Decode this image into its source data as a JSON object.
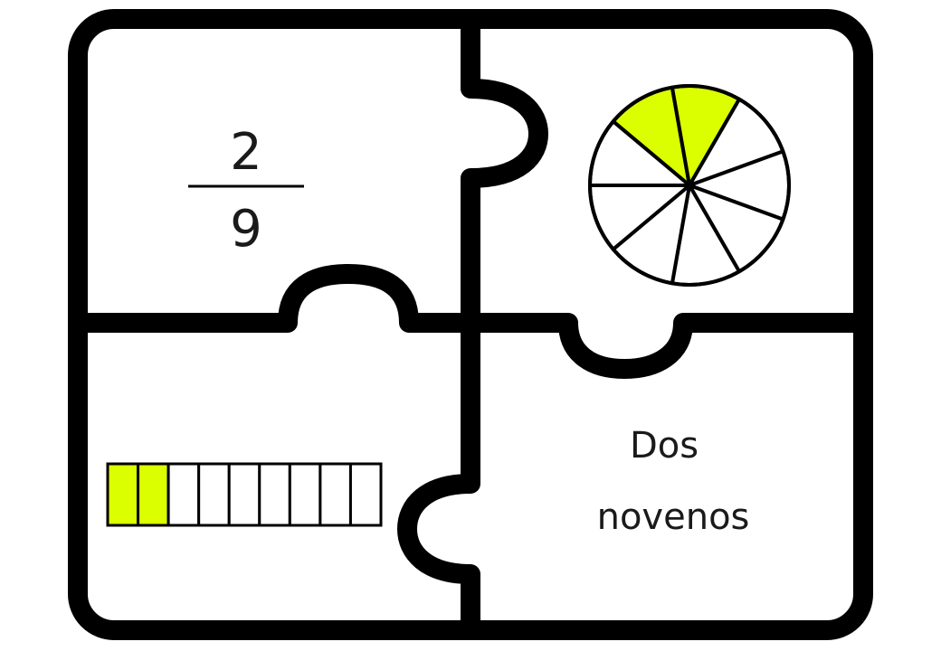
{
  "fraction": {
    "numerator": "2",
    "denominator": "9"
  },
  "words": {
    "line1": "Dos",
    "line2": "novenos"
  },
  "circle_model": {
    "parts": 9,
    "shaded": 2
  },
  "bar_model": {
    "parts": 9,
    "shaded": 2
  },
  "colors": {
    "shade": "#dcff00",
    "outline": "#000000",
    "background": "#ffffff"
  }
}
